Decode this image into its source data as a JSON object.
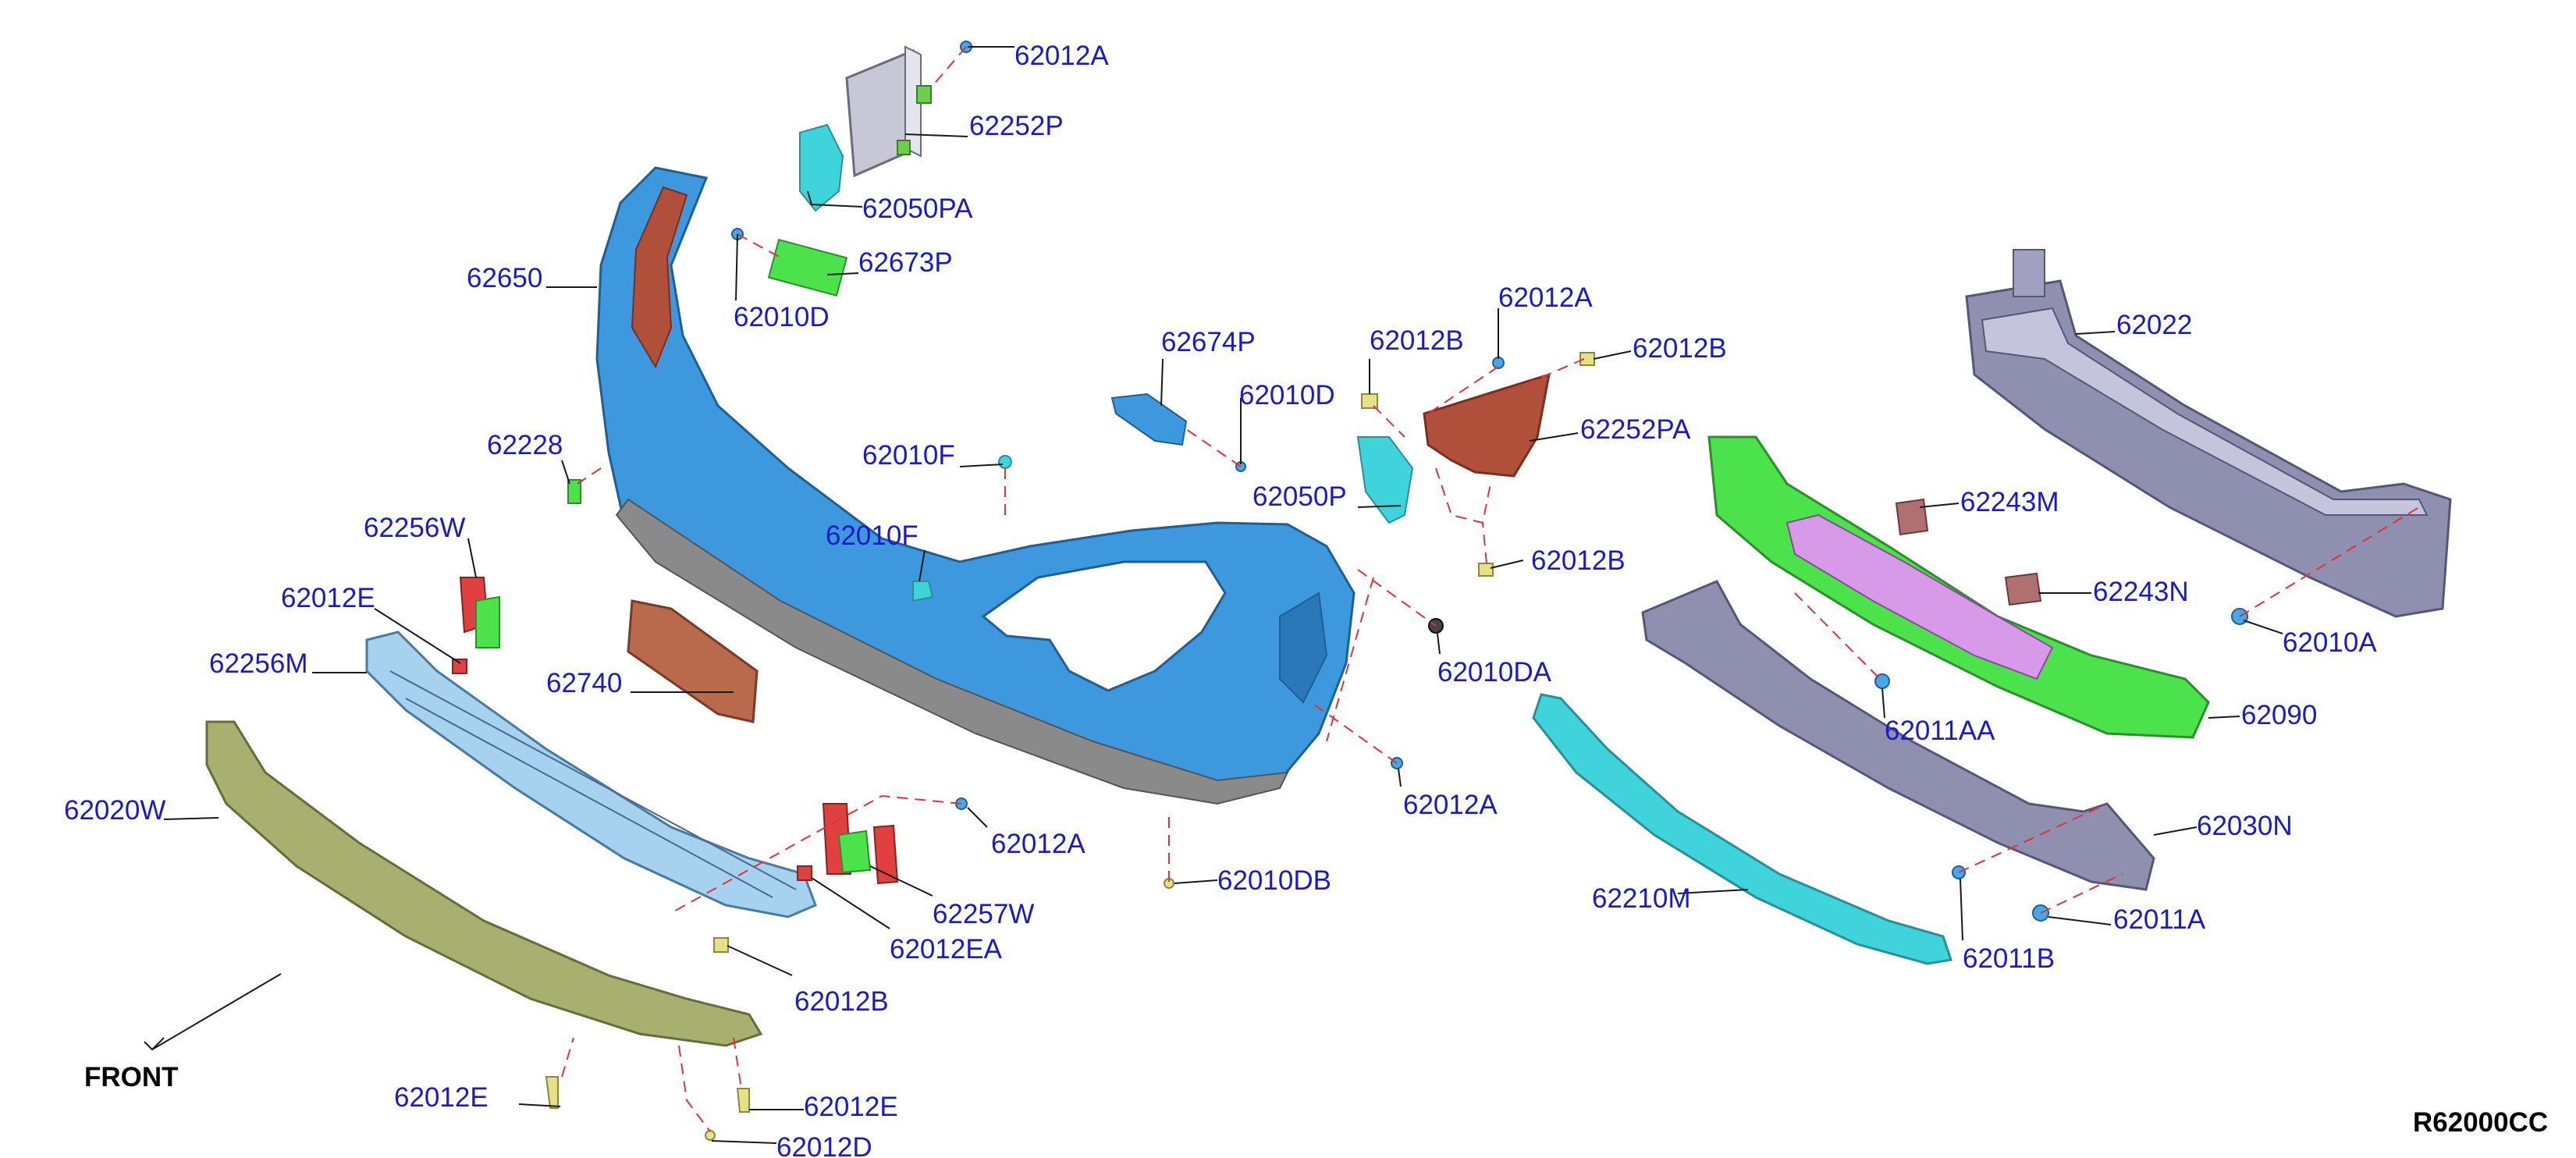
{
  "diagram": {
    "figure_code": "R62000CC",
    "front_label": "FRONT",
    "colors": {
      "fascia_blue": "#3d98de",
      "cyan_parts": "#3fd4dc",
      "light_blue_grille": "#a6d2f0",
      "green_absorber": "#4be24b",
      "lavender_beams": "#8f8fb0",
      "brown_parts": "#b96a4c",
      "olive_lower_cover": "#a8b070",
      "lead_line": "#1a1a1a",
      "dashed_line": "#e0343a",
      "label_text": "#1a1acc"
    },
    "labels": {
      "p62012A_top": "62012A",
      "p62252P": "62252P",
      "p62050PA": "62050PA",
      "p62673P": "62673P",
      "p62650": "62650",
      "p62010D_left": "62010D",
      "p62228": "62228",
      "p62256W": "62256W",
      "p62012E_left": "62012E",
      "p62256M": "62256M",
      "p62740": "62740",
      "p62020W": "62020W",
      "p62674P": "62674P",
      "p62010D_mid": "62010D",
      "p62010F_upper": "62010F",
      "p62010F_lower": "62010F",
      "p62012B_upper": "62012B",
      "p62012A_right": "62012A",
      "p62012B_right": "62012B",
      "p62252PA": "62252PA",
      "p62050P": "62050P",
      "p62012B_mid": "62012B",
      "p62010DA": "62010DA",
      "p62012A_low": "62012A",
      "p62010DB": "62010DB",
      "p62012A_center": "62012A",
      "p62257W": "62257W",
      "p62012EA": "62012EA",
      "p62012B_low": "62012B",
      "p62012E_bottom_left": "62012E",
      "p62012E_bottom_right": "62012E",
      "p62012D": "62012D",
      "p62022": "62022",
      "p62243M": "62243M",
      "p62243N": "62243N",
      "p62010A": "62010A",
      "p62011AA": "62011AA",
      "p62090": "62090",
      "p62030N": "62030N",
      "p62210M": "62210M",
      "p62011A": "62011A",
      "p62011B": "62011B"
    }
  }
}
